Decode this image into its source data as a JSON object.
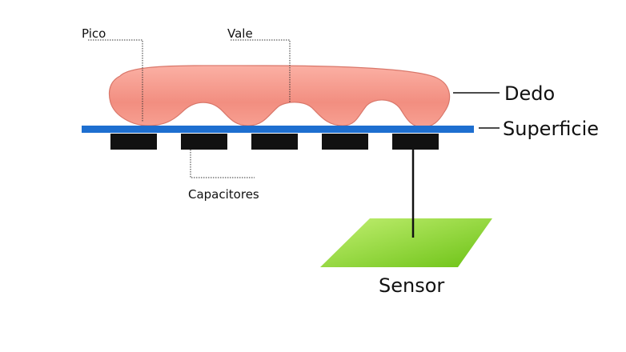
{
  "labels": {
    "peak": "Pico",
    "valley": "Vale",
    "finger": "Dedo",
    "surface": "Superficie",
    "capacitors": "Capacitores",
    "sensor": "Sensor"
  },
  "colors": {
    "finger_fill": "#f28e80",
    "finger_stroke": "#d9776a",
    "surface": "#1e6fd0",
    "capacitor": "#111111",
    "sensor_light": "#b5ea5c",
    "sensor_dark": "#74c81a",
    "leader_line": "#333333"
  },
  "capacitor_count": 5
}
